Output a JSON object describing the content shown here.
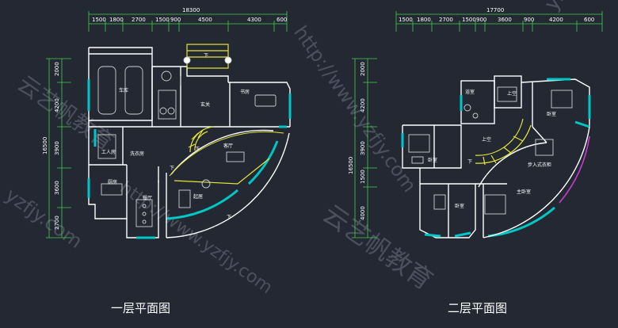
{
  "floor1": {
    "caption": "一层平面图",
    "total_top": "18300",
    "top_dims": [
      "1500",
      "1800",
      "2700",
      "1500",
      "900",
      "4500",
      "4300",
      "600"
    ],
    "total_left": "16500",
    "left_dims": [
      "2000",
      "4200",
      "3900",
      "3600",
      "2700"
    ],
    "rooms": {
      "garage": "车库",
      "study": "书房",
      "foyer": "玄关",
      "maid": "工人房",
      "laundry": "洗衣房",
      "living": "客厅",
      "kitchen": "厨房",
      "dining": "餐厅",
      "drawing": "起居"
    },
    "marks": {
      "down": "下"
    }
  },
  "floor2": {
    "caption": "二层平面图",
    "total_top": "17700",
    "top_dims": [
      "1500",
      "1800",
      "2700",
      "1500",
      "900",
      "3600",
      "900",
      "4200",
      "600"
    ],
    "total_left": "16500",
    "left_dims": [
      "2000",
      "4200",
      "3900",
      "1500",
      "4000"
    ],
    "rooms": {
      "void": "上空",
      "bedroom_a": "卧室",
      "bedroom_b": "卧室",
      "bedroom_c": "卧室",
      "stair_void": "上空",
      "walk_in": "步入式衣柜",
      "master": "主卧室",
      "bath": "浴室"
    },
    "marks": {
      "down": "下"
    }
  },
  "watermarks": [
    "云艺帆教育",
    "http://www.yzfjy.com",
    "yzfjy.com",
    "yzfjy",
    "云艺帆教育",
    "http://www.yzfjy.com"
  ],
  "colors": {
    "bg": "#232833",
    "wall": "#ffffff",
    "glass": "#00c6c6",
    "stair": "#e5e53a",
    "dim": "#3fd04a",
    "accent": "#c93ad0",
    "furniture": "#cfcfcf"
  }
}
